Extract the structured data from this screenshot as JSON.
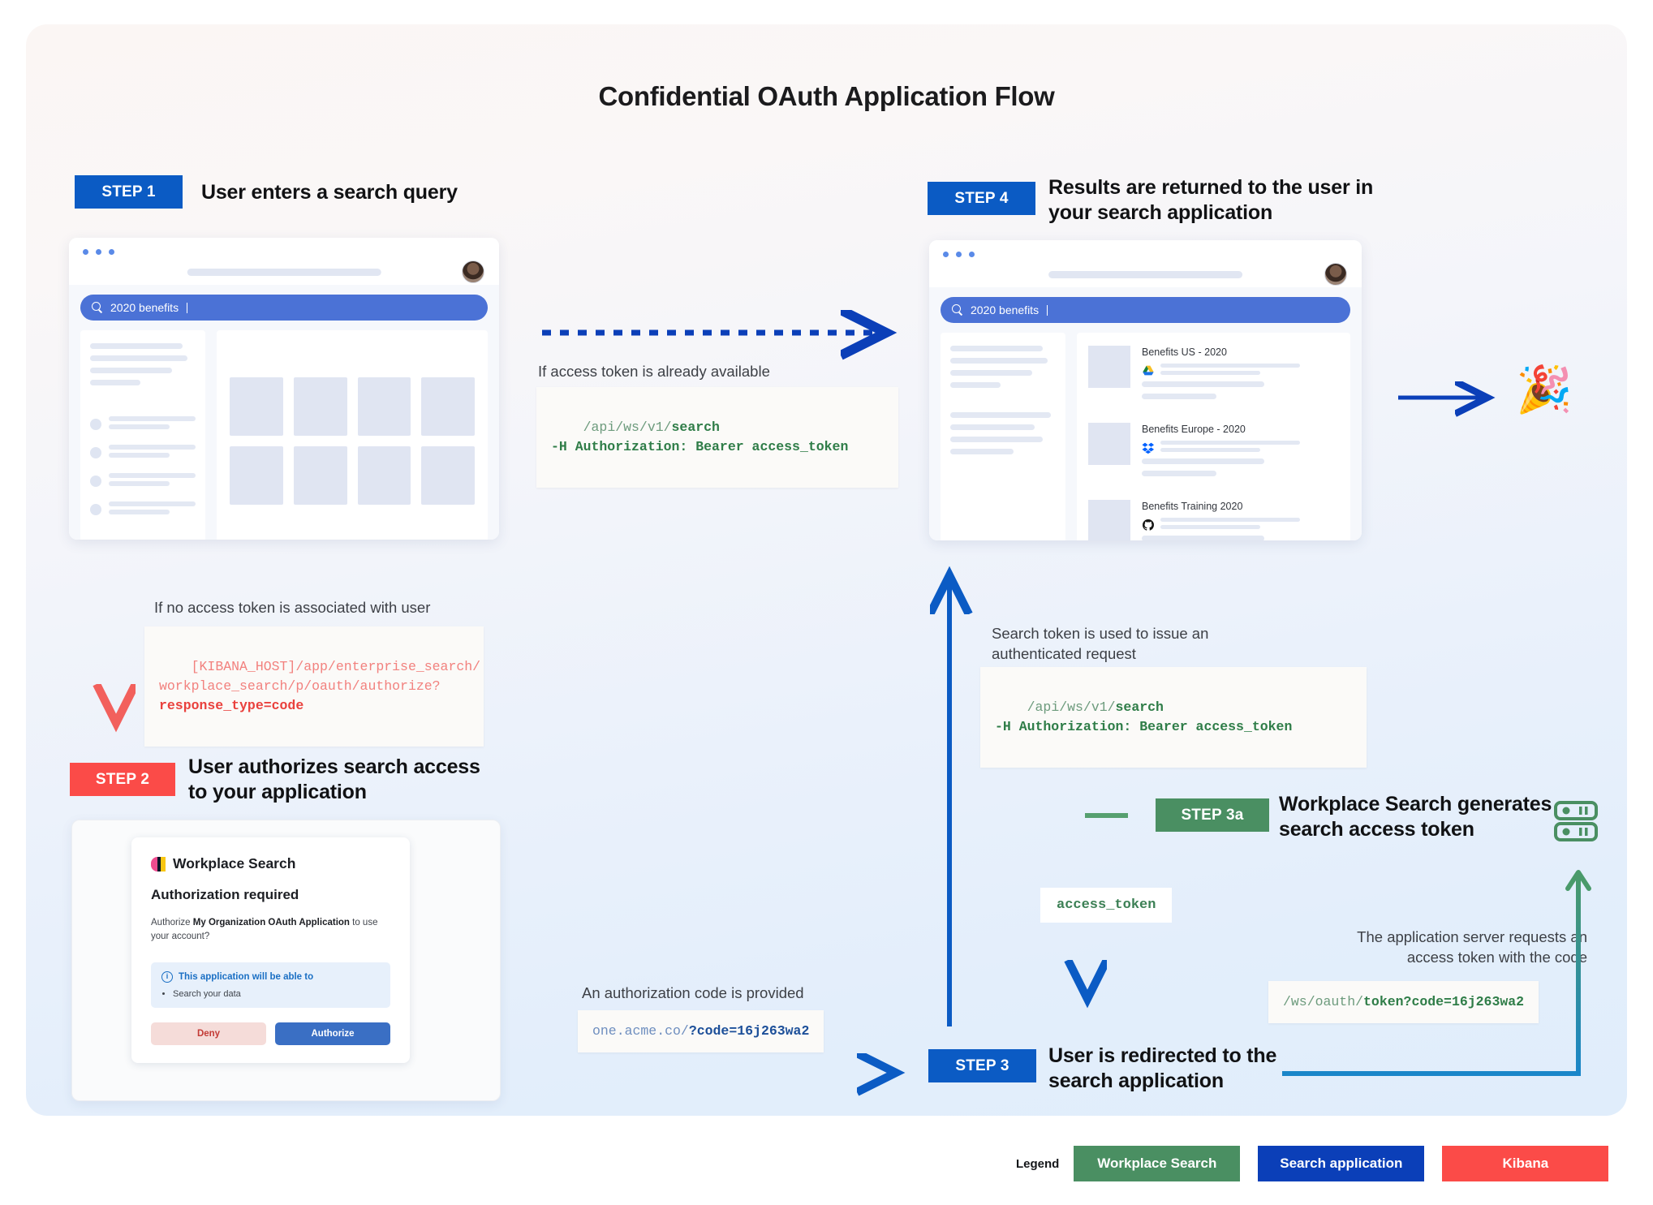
{
  "title": "Confidential OAuth Application Flow",
  "steps": {
    "s1": {
      "pill": "STEP 1",
      "title": "User enters a search query"
    },
    "s2": {
      "pill": "STEP 2",
      "title": "User authorizes search access\nto your application"
    },
    "s3": {
      "pill": "STEP 3",
      "title": "User is redirected to the\nsearch application"
    },
    "s3a": {
      "pill": "STEP 3a",
      "title": "Workplace Search generates\nsearch access token"
    },
    "s4": {
      "pill": "STEP 4",
      "title": "Results are returned to the user in\nyour search application"
    }
  },
  "browser1": {
    "query": "2020 benefits",
    "search_icon": "search-icon",
    "avatar": "user-avatar"
  },
  "browser2": {
    "query": "2020 benefits",
    "results": [
      {
        "title": "Benefits US - 2020",
        "source_icon": "google-drive-icon"
      },
      {
        "title": "Benefits Europe - 2020",
        "source_icon": "dropbox-icon"
      },
      {
        "title": "Benefits Training 2020",
        "source_icon": "github-icon"
      }
    ]
  },
  "notes": {
    "token_available": "If access token is already available",
    "no_token": "If no access token is associated with user",
    "auth_code": "An authorization code is provided",
    "search_token": "Search token is used to issue an\nauthenticated request",
    "server_requests": "The application server requests an\naccess token with the code"
  },
  "code": {
    "search_request_1": {
      "plain": "/api/ws/v1/",
      "bold": "search",
      "line2": "-H Authorization: Bearer access_token"
    },
    "search_request_2": {
      "plain": "/api/ws/v1/",
      "bold": "search",
      "line2": "-H Authorization: Bearer access_token"
    },
    "kibana_authorize": {
      "plain": "[KIBANA_HOST]/app/enterprise_search/\nworkplace_search/p/oauth/authorize?",
      "bold": "response_type=code"
    },
    "redirect_code": {
      "plain": "one.acme.co/",
      "bold": "?code=16j263wa2"
    },
    "token_request": {
      "plain": "/ws/oauth/",
      "bold": "token?code=16j263wa2"
    },
    "access_token_chip": "access_token"
  },
  "auth_card": {
    "logo_text": "Workplace Search",
    "heading": "Authorization required",
    "desc_pre": "Authorize ",
    "desc_bold": "My Organization OAuth Application",
    "desc_post": " to use your account?",
    "callout_heading": "This application will be able to",
    "callout_items": [
      "Search your data"
    ],
    "deny": "Deny",
    "authorize": "Authorize"
  },
  "icons": {
    "server": "server-rack-icon",
    "celebrate": "party-popper-icon"
  },
  "legend": {
    "label": "Legend",
    "items": [
      {
        "text": "Workplace Search",
        "color": "#4a8f62"
      },
      {
        "text": "Search application",
        "color": "#0b3fb8"
      },
      {
        "text": "Kibana",
        "color": "#fb4b48"
      }
    ]
  },
  "colors": {
    "blue": "#0b5bc4",
    "red": "#fb4b48",
    "green": "#4a8f62"
  }
}
